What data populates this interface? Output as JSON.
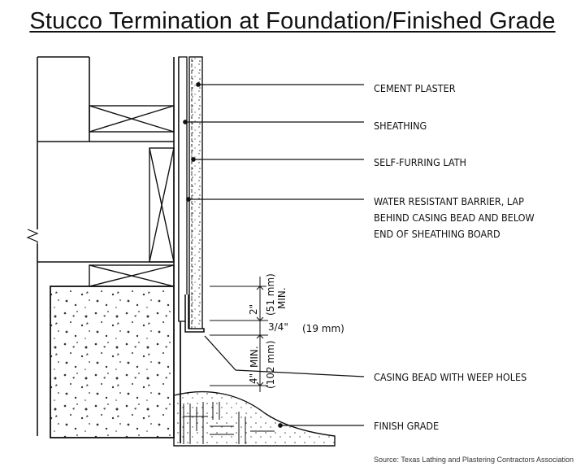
{
  "title": "Stucco Termination at Foundation/Finished Grade",
  "callouts": [
    {
      "id": "cement_plaster",
      "lines": [
        "CEMENT PLASTER"
      ]
    },
    {
      "id": "sheathing",
      "lines": [
        "SHEATHING"
      ]
    },
    {
      "id": "lath",
      "lines": [
        "SELF-FURRING LATH"
      ]
    },
    {
      "id": "wrb",
      "lines": [
        "WATER RESISTANT BARRIER, LAP",
        "BEHIND CASING BEAD AND BELOW",
        "END OF SHEATHING BOARD"
      ]
    },
    {
      "id": "casing",
      "lines": [
        "CASING BEAD WITH WEEP HOLES"
      ]
    },
    {
      "id": "grade",
      "lines": [
        "FINISH GRADE"
      ]
    }
  ],
  "dimensions": {
    "d1": "2\"",
    "d1_mm": "(51 mm)",
    "d1_min": "MIN.",
    "d2": "3/4\"",
    "d2_mm": "(19 mm)",
    "d3": "4\"",
    "d3_min": "MIN.",
    "d3_mm": "(102 mm)"
  },
  "source": "Source: Texas Lathing and Plastering Contractors Association"
}
